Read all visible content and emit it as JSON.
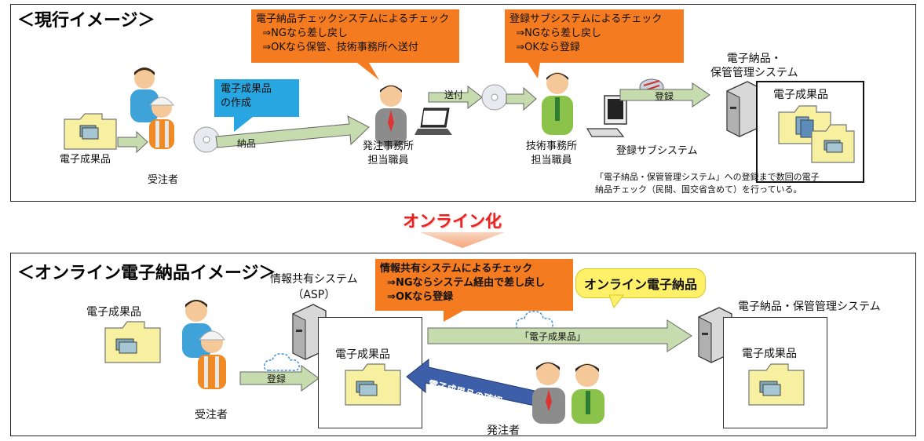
{
  "top": {
    "title": "＜現行イメージ＞",
    "callout_check": "電子納品チェックシステムによるチェック\n  ⇒NGなら差し戻し\n  ⇒OKなら保管、技術事務所へ送付",
    "callout_register": "登録サブシステムによるチェック\n  ⇒NGなら差し戻し\n  ⇒OKなら登録",
    "callout_create": "電子成果品\nの作成",
    "label_deliverable_left": "電子成果品",
    "label_contractor": "受注者",
    "arrow_delivery": "納品",
    "label_ordering_office": "発注事務所\n担当職員",
    "arrow_send": "送付",
    "label_tech_office": "技術事務所\n担当職員",
    "label_register_sub": "登録サブシステム",
    "arrow_register": "登録",
    "label_system": "電子納品・\n保管管理システム",
    "label_deliverable_box": "電子成果品",
    "note": "「電子納品・保管管理システム」への登録まで数回の電子\n納品チェック（民間、国交省含めて）を行っている。"
  },
  "banner": "オンライン化",
  "bottom": {
    "title": "＜オンライン電子納品イメージ＞",
    "label_info_system": "情報共有システム\n（ASP）",
    "callout_check": "情報共有システムによるチェック\n  ⇒NGならシステム経由で差し戻し\n  ⇒OKなら登録",
    "callout_online": "オンライン電子納品",
    "label_system": "電子納品・保管管理システム",
    "label_deliverable_left": "電子成果品",
    "label_contractor": "受注者",
    "arrow_register": "登録",
    "label_deliverable_mid": "電子成果品",
    "arrow_deliverable": "「電子成果品」",
    "arrow_confirm": "電子成果品の確認",
    "label_orderer": "発注者",
    "label_deliverable_right": "電子成果品"
  },
  "colors": {
    "orange": "#f47b20",
    "blue": "#27a6e2",
    "yellow": "#fff06a",
    "red": "#e8221f",
    "arrow_green": "#c7dcae",
    "arrow_blue": "#3d5ea8",
    "folder": "#f6f0a0"
  }
}
